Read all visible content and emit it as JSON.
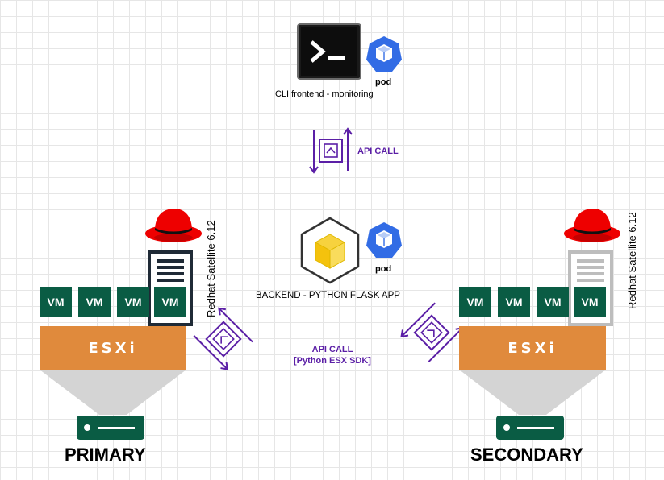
{
  "cli": {
    "label": "CLI frontend - monitoring",
    "terminal_glyph": ">_",
    "pod_label": "pod"
  },
  "api_top": {
    "label": "API CALL"
  },
  "backend": {
    "label": "BACKEND - PYTHON FLASK APP",
    "pod_label": "pod"
  },
  "api_bottom": {
    "line1": "API CALL",
    "line2": "[Python ESX SDK]"
  },
  "primary": {
    "title": "PRIMARY",
    "vms": [
      "VM",
      "VM",
      "VM",
      "VM"
    ],
    "esxi": "ESXi",
    "satellite": "Redhat Satellite 6.12"
  },
  "secondary": {
    "title": "SECONDARY",
    "vms": [
      "VM",
      "VM",
      "VM",
      "VM"
    ],
    "esxi": "ESXi",
    "satellite": "Redhat Satellite 6.12"
  },
  "colors": {
    "vm_green": "#0a5c44",
    "esxi_orange": "#e08a3c",
    "api_purple": "#5b1fa6",
    "k8s_blue": "#326ce5",
    "redhat_red": "#ee0000"
  },
  "icons": [
    "terminal-icon",
    "kubernetes-pod-icon",
    "python-package-icon",
    "redhat-hat-icon",
    "server-rack-icon",
    "api-gateway-icon"
  ]
}
